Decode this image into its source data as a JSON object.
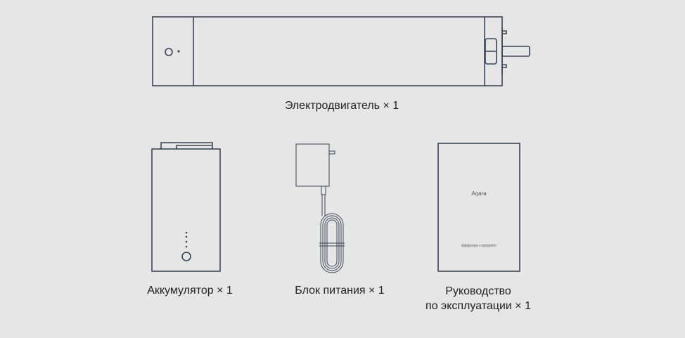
{
  "items": [
    {
      "label": "Электродвигатель × 1",
      "icon": "motor-icon"
    },
    {
      "label": "Аккумулятор × 1",
      "icon": "battery-icon"
    },
    {
      "label": "Блок питания × 1",
      "icon": "power-adapter-icon"
    },
    {
      "label": "Руководство",
      "label2": "по эксплуатации × 1",
      "icon": "manual-icon",
      "logo": "Aqara",
      "subtitle": "智能窗帘电机 E1使用说明书"
    }
  ],
  "colors": {
    "background": "#e6e6e6",
    "line": "#3b4357"
  }
}
